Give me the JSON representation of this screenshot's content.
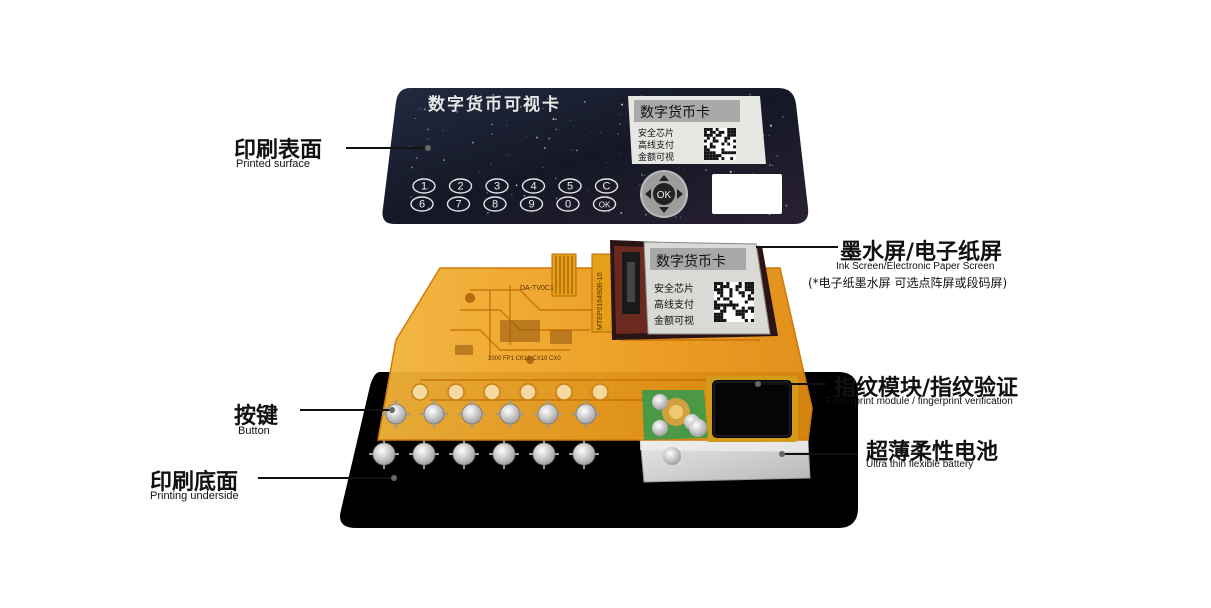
{
  "card_front": {
    "title": "数字货币可视卡",
    "screen_title": "数字货币卡",
    "lines": [
      "安全芯片",
      "高线支付",
      "金额可视"
    ],
    "keys_row1": [
      "1",
      "2",
      "3",
      "4",
      "5",
      "C"
    ],
    "keys_row2": [
      "6",
      "7",
      "8",
      "9",
      "0",
      "OK"
    ],
    "nav_center": "OK"
  },
  "pcb": {
    "fpc_code": "MTEP016490B-10",
    "board_code": "DA-TV0C1",
    "chip_text": "1000 FP1 CK10 CX10 CX0"
  },
  "eink": {
    "title": "数字货币卡",
    "lines": [
      "安全芯片",
      "高线支付",
      "金额可视"
    ]
  },
  "labels": {
    "printed_surface_cn": "印刷表面",
    "printed_surface_en": "Printed surface",
    "ink_screen_cn": "墨水屏/电子纸屏",
    "ink_screen_en": "Ink Screen/Electronic Paper Screen",
    "ink_screen_note": "(*电子纸墨水屏 可选点阵屏或段码屏)",
    "fingerprint_cn": "指纹模块/指纹验证",
    "fingerprint_en": "Fingerprint module / fingerprint verification",
    "button_cn": "按键",
    "button_en": "Button",
    "battery_cn": "超薄柔性电池",
    "battery_en": "Ultra thin flexible battery",
    "underside_cn": "印刷底面",
    "underside_en": "Printing underside"
  },
  "colors": {
    "card_dark": "#141826",
    "pcb_orange": "#f0a020",
    "screen_gray": "#d9d9d6",
    "bottom_black": "#000000"
  }
}
